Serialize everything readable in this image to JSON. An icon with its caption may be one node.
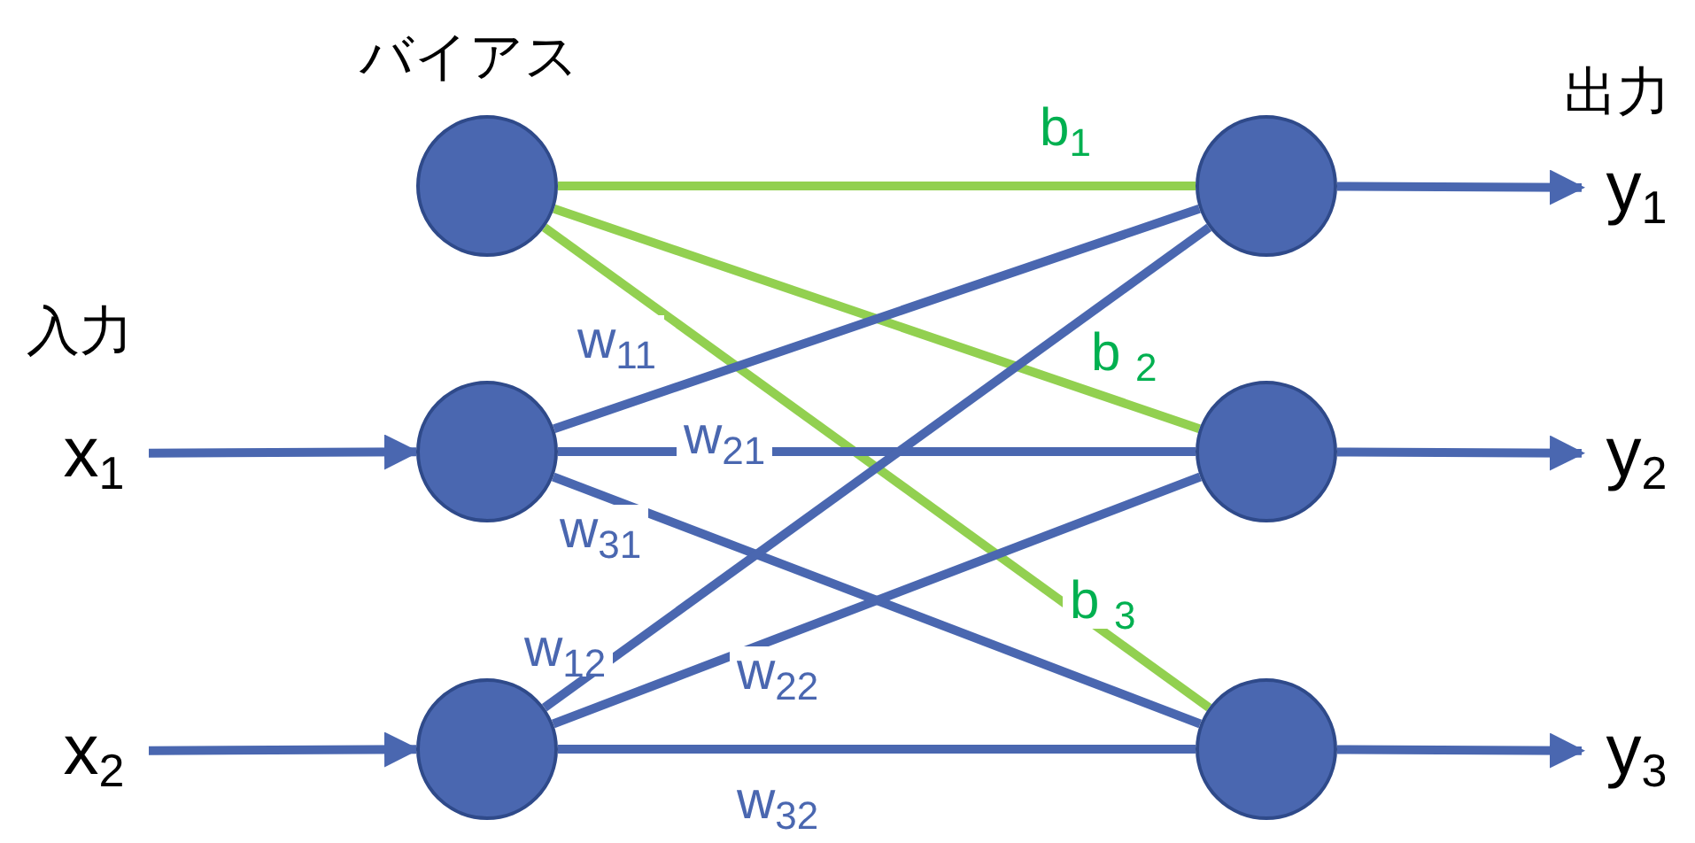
{
  "diagram": {
    "nodes": [
      {
        "text": [],
        "shape": "circle",
        "beside": [
          "バイアス"
        ]
      },
      {
        "text": [],
        "shape": "circle"
      },
      {
        "text": [],
        "shape": "circle"
      },
      {
        "text": [],
        "shape": "circle"
      },
      {
        "text": [],
        "shape": "circle"
      },
      {
        "text": [],
        "shape": "circle"
      },
      {
        "text": [
          "x$_{1}$"
        ]
      },
      {
        "text": [
          "x$_{2}$"
        ]
      },
      {
        "text": [
          "y$_{1}$"
        ]
      },
      {
        "text": [
          "y$_{2}$"
        ]
      },
      {
        "text": [
          "y$_{3}$"
        ]
      }
    ],
    "edges": [
      {
        "from": 6,
        "to": 1,
        "arrow": "to"
      },
      {
        "from": 7,
        "to": 2,
        "arrow": "to"
      },
      {
        "from": 0,
        "to": 3,
        "arrow": "none",
        "label": "b$_{1}$",
        "color": "#92d050"
      },
      {
        "from": 0,
        "to": 4,
        "arrow": "none",
        "label": "b $_{2}$",
        "color": "#92d050"
      },
      {
        "from": 0,
        "to": 5,
        "arrow": "none",
        "label": "b $_{3}$",
        "color": "#92d050"
      },
      {
        "from": 1,
        "to": 3,
        "arrow": "none",
        "label": "w$_{11}$"
      },
      {
        "from": 1,
        "to": 4,
        "arrow": "none",
        "label": "w$_{21}$"
      },
      {
        "from": 1,
        "to": 5,
        "arrow": "none",
        "label": "w$_{31}$"
      },
      {
        "from": 2,
        "to": 3,
        "arrow": "none",
        "label": "w$_{12}$"
      },
      {
        "from": 2,
        "to": 4,
        "arrow": "none",
        "label": "w$_{22}$"
      },
      {
        "from": 2,
        "to": 5,
        "arrow": "none",
        "label": "w$_{32}$"
      },
      {
        "from": 3,
        "to": 8,
        "arrow": "to"
      },
      {
        "from": 4,
        "to": 9,
        "arrow": "to"
      },
      {
        "from": 5,
        "to": 10,
        "arrow": "to"
      }
    ],
    "labels": [
      "入力",
      "出力"
    ]
  }
}
